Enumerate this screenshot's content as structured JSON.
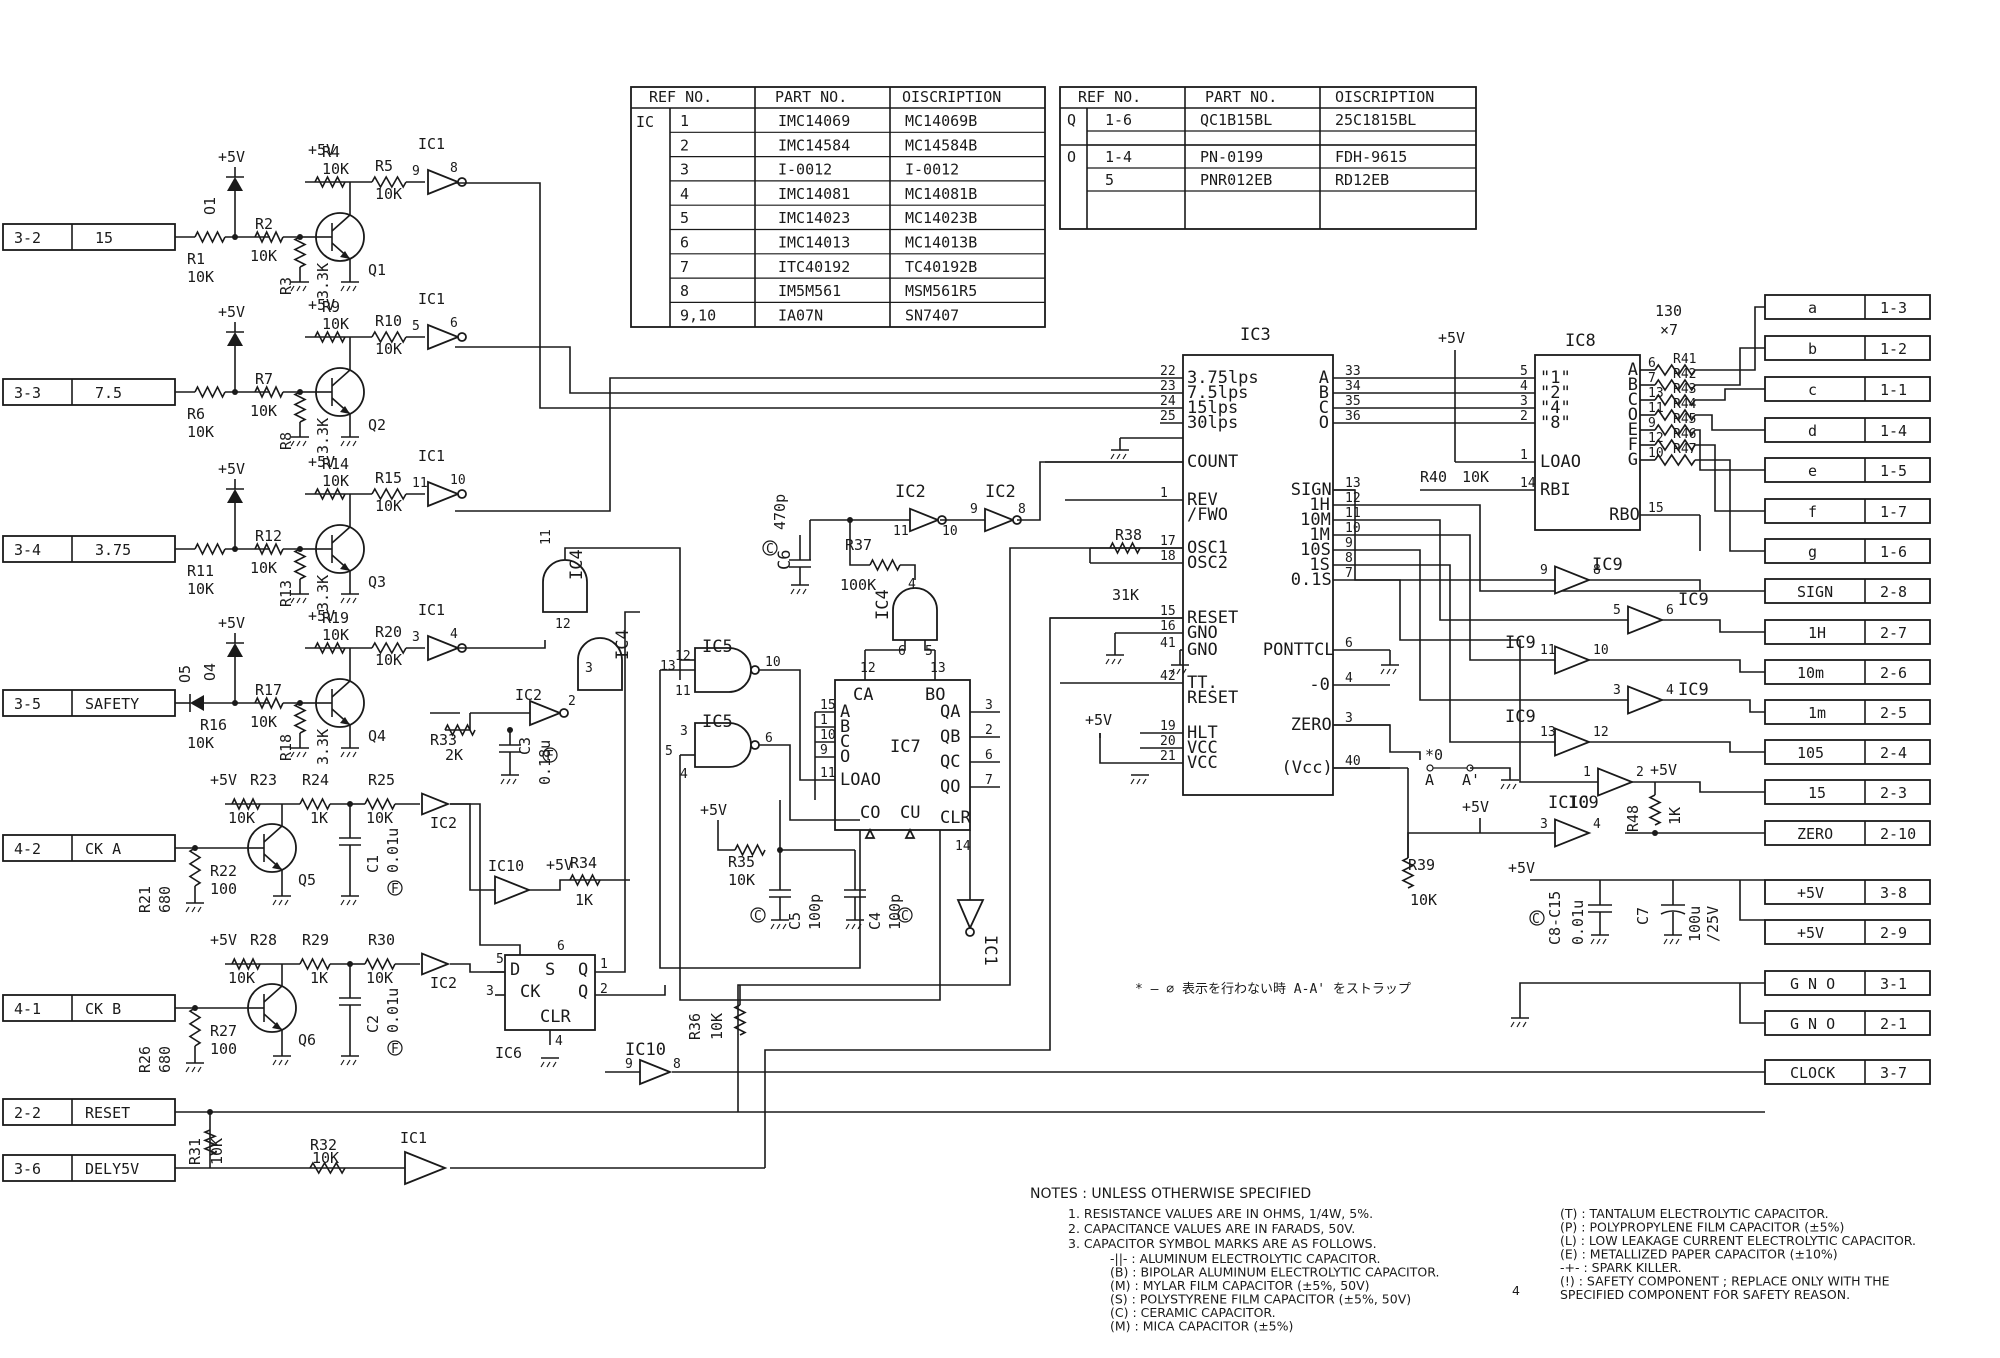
{
  "tables": {
    "ic": {
      "headers": [
        "REF NO.",
        "PART NO.",
        "OISCRIPTION"
      ],
      "group": "IC",
      "rows": [
        [
          "1",
          "IMC14069",
          "MC14069B"
        ],
        [
          "2",
          "IMC14584",
          "MC14584B"
        ],
        [
          "3",
          "I-0012",
          "I-0012"
        ],
        [
          "4",
          "IMC14081",
          "MC14081B"
        ],
        [
          "5",
          "IMC14023",
          "MC14023B"
        ],
        [
          "6",
          "IMC14013",
          "MC14013B"
        ],
        [
          "7",
          "ITC40192",
          "TC40192B"
        ],
        [
          "8",
          "IM5M561",
          "MSM561R5"
        ],
        [
          "9,10",
          "IA07N",
          "SN7407"
        ]
      ]
    },
    "q": {
      "headers": [
        "REF NO.",
        "PART NO.",
        "OISCRIPTION"
      ],
      "rows": [
        [
          "Q",
          "1-6",
          "QC1B15BL",
          "25C1815BL"
        ],
        [
          "",
          "",
          "",
          ""
        ],
        [
          "O",
          "1-4",
          "PN-0199",
          "FDH-9615"
        ],
        [
          "",
          "5",
          "PNR012EB",
          "RD12EB"
        ],
        [
          "",
          "",
          "",
          ""
        ]
      ]
    }
  },
  "left_connectors": [
    {
      "pin": "3-2",
      "label": "15"
    },
    {
      "pin": "3-3",
      "label": "7.5"
    },
    {
      "pin": "3-4",
      "label": "3.75"
    },
    {
      "pin": "3-5",
      "label": "SAFETY"
    },
    {
      "pin": "4-2",
      "label": "CK A"
    },
    {
      "pin": "4-1",
      "label": "CK B"
    },
    {
      "pin": "2-2",
      "label": "RESET"
    },
    {
      "pin": "3-6",
      "label": "DELY5V"
    }
  ],
  "right_connectors": [
    {
      "label": "a",
      "pin": "1-3"
    },
    {
      "label": "b",
      "pin": "1-2"
    },
    {
      "label": "c",
      "pin": "1-1"
    },
    {
      "label": "d",
      "pin": "1-4"
    },
    {
      "label": "e",
      "pin": "1-5"
    },
    {
      "label": "f",
      "pin": "1-7"
    },
    {
      "label": "g",
      "pin": "1-6"
    },
    {
      "label": "SIGN",
      "pin": "2-8"
    },
    {
      "label": "1H",
      "pin": "2-7"
    },
    {
      "label": "10m",
      "pin": "2-6"
    },
    {
      "label": "1m",
      "pin": "2-5"
    },
    {
      "label": "105",
      "pin": "2-4"
    },
    {
      "label": "15",
      "pin": "2-3"
    },
    {
      "label": "ZERO",
      "pin": "2-10"
    },
    {
      "label": "+5V",
      "pin": "3-8"
    },
    {
      "label": "+5V",
      "pin": "2-9"
    },
    {
      "label": "G N O",
      "pin": "3-1"
    },
    {
      "label": "G N O",
      "pin": "2-1"
    },
    {
      "label": "CLOCK",
      "pin": "3-7"
    }
  ],
  "ic3": {
    "title": "IC3",
    "left_pins": [
      {
        "num": "22",
        "name": "3.75lps"
      },
      {
        "num": "23",
        "name": "7.5lps"
      },
      {
        "num": "24",
        "name": "15lps"
      },
      {
        "num": "25",
        "name": "30lps"
      },
      {
        "num": "",
        "name": "COUNT"
      },
      {
        "num": "1",
        "name": "REV"
      },
      {
        "num": "",
        "name": "/FWO"
      },
      {
        "num": "17",
        "name": "OSC1"
      },
      {
        "num": "18",
        "name": "OSC2"
      },
      {
        "num": "15",
        "name": "RESET"
      },
      {
        "num": "16",
        "name": "GNO"
      },
      {
        "num": "41",
        "name": "GNO"
      },
      {
        "num": "42",
        "name": "TT."
      },
      {
        "num": "",
        "name": "RESET"
      },
      {
        "num": "19",
        "name": "HLT"
      },
      {
        "num": "20",
        "name": "VCC"
      },
      {
        "num": "21",
        "name": "VCC"
      }
    ],
    "right_pins": [
      {
        "num": "33",
        "name": "A"
      },
      {
        "num": "34",
        "name": "B"
      },
      {
        "num": "35",
        "name": "C"
      },
      {
        "num": "36",
        "name": "O"
      },
      {
        "num": "13",
        "name": "SIGN"
      },
      {
        "num": "12",
        "name": "1H"
      },
      {
        "num": "11",
        "name": "10M"
      },
      {
        "num": "10",
        "name": "1M"
      },
      {
        "num": "9",
        "name": "10S"
      },
      {
        "num": "8",
        "name": "1S"
      },
      {
        "num": "7",
        "name": "0.1S"
      },
      {
        "num": "6",
        "name": "PONTTCL"
      },
      {
        "num": "4",
        "name": "-0"
      },
      {
        "num": "3",
        "name": "ZERO"
      },
      {
        "num": "40",
        "name": "(Vcc)"
      }
    ]
  },
  "ic8": {
    "title": "IC8",
    "in_pins": [
      {
        "num": "5",
        "name": "\"1\""
      },
      {
        "num": "4",
        "name": "\"2\""
      },
      {
        "num": "3",
        "name": "\"4\""
      },
      {
        "num": "2",
        "name": "\"8\""
      },
      {
        "num": "1",
        "name": "LOAO"
      },
      {
        "num": "14",
        "name": "RBI"
      }
    ],
    "out_pins": [
      {
        "num": "6",
        "name": "A"
      },
      {
        "num": "7",
        "name": "B"
      },
      {
        "num": "13",
        "name": "C"
      },
      {
        "num": "11",
        "name": "O"
      },
      {
        "num": "9",
        "name": "E"
      },
      {
        "num": "12",
        "name": "F"
      },
      {
        "num": "10",
        "name": "G"
      },
      {
        "num": "15",
        "name": "RBO"
      }
    ],
    "resistors": [
      "R41",
      "R42",
      "R43",
      "R44",
      "R45",
      "R46",
      "R47"
    ],
    "res_value": "130",
    "res_count": "×7"
  },
  "ic7": {
    "title": "IC7",
    "top": [
      "CA",
      "BO"
    ],
    "top_nums": [
      "12",
      "13"
    ],
    "inputs": [
      "A",
      "B",
      "C",
      "O",
      "LOAO"
    ],
    "input_nums": [
      "15",
      "1",
      "10",
      "9",
      "11"
    ],
    "outputs": [
      "QA",
      "QB",
      "QC",
      "QO"
    ],
    "output_nums": [
      "3",
      "2",
      "6",
      "7"
    ],
    "bottom": [
      "CO",
      "CU",
      "CLR"
    ],
    "bottom_num": "14"
  },
  "ic6": {
    "title": "IC6",
    "pins": [
      "D",
      "CK",
      "S",
      "CLR",
      "Q",
      "Q"
    ],
    "nums": [
      "5",
      "3",
      "6",
      "4",
      "1",
      "2"
    ]
  },
  "components": {
    "p5v": "+5V",
    "r1": "R1",
    "r1v": "10K",
    "r2": "R2",
    "r2v": "10K",
    "r3": "R3",
    "r3v": "3.3K",
    "r4": "R4",
    "r4v": "10K",
    "r5": "R5",
    "r5v": "10K",
    "q1": "Q1",
    "o1": "O1",
    "r6": "R6",
    "r6v": "10K",
    "r7": "R7",
    "r7v": "10K",
    "r8": "R8",
    "r8v": "3.3K",
    "r9": "R9",
    "r9v": "10K",
    "r10": "R10",
    "r10v": "10K",
    "q2": "Q2",
    "r11": "R11",
    "r11v": "10K",
    "r12": "R12",
    "r12v": "10K",
    "r13": "R13",
    "r13v": "3.3K",
    "r14": "R14",
    "r14v": "10K",
    "r15": "R15",
    "r15v": "10K",
    "q3": "Q3",
    "r16": "R16",
    "r16v": "10K",
    "r17": "R17",
    "r17v": "10K",
    "r18": "R18",
    "r18v": "3.3K",
    "r19": "R19",
    "r19v": "10K",
    "r20": "R20",
    "r20v": "10K",
    "q4": "Q4",
    "o4": "O4",
    "o5": "O5",
    "r21": "R21",
    "r21v": "680",
    "r22": "R22",
    "r22v": "100",
    "r23": "R23",
    "r23v": "10K",
    "r24": "R24",
    "r24v": "1K",
    "r25": "R25",
    "r25v": "10K",
    "q5": "Q5",
    "r26": "R26",
    "r26v": "680",
    "r27": "R27",
    "r27v": "100",
    "r28": "R28",
    "r28v": "10K",
    "r29": "R29",
    "r29v": "1K",
    "r30": "R30",
    "r30v": "10K",
    "q6": "Q6",
    "r31": "R31",
    "r31v": "10K",
    "r32": "R32",
    "r32v": "10K",
    "r33": "R33",
    "r33v": "2K",
    "r34": "R34",
    "r34v": "1K",
    "r35": "R35",
    "r35v": "10K",
    "r36": "R36",
    "r36v": "10K",
    "r37": "R37",
    "r37v": "100K",
    "r38": "R38",
    "r38v": "31K",
    "r39": "R39",
    "r39v": "10K",
    "r40": "R40",
    "r40v": "10K",
    "r48": "R48",
    "r48v": "1K",
    "c1": "C1",
    "c1v": "0.01u",
    "c2": "C2",
    "c2v": "0.01u",
    "c3": "C3",
    "c3v": "0.18u",
    "c4": "C4",
    "c4v": "100p",
    "c5": "C5",
    "c5v": "100p",
    "c6": "C6",
    "c6v": "470p",
    "c7": "C7",
    "c7v": "100u",
    "c7v2": "/25V",
    "c815": "C8-C15",
    "c815v": "0.01u",
    "ic1": "IC1",
    "ic2": "IC2",
    "ic4": "IC4",
    "ic5": "IC5",
    "ic9": "IC9",
    "ic10": "IC10",
    "jumper_a": "A",
    "jumper_a2": "A'",
    "jumper_mark": "*0",
    "stamp_e": "E",
    "stamp_c": "C",
    "stamp_f": "F"
  },
  "jumper_note": "* — ∅ 表示を行わない時 A-A' をストラップ",
  "notes": {
    "title": "NOTES : UNLESS OTHERWISE SPECIFIED",
    "items": [
      "1. RESISTANCE VALUES ARE IN OHMS, 1/4W, 5%.",
      "2. CAPACITANCE VALUES ARE IN FARADS, 50V.",
      "3. CAPACITOR SYMBOL MARKS ARE AS FOLLOWS."
    ],
    "symbols_left": [
      "-||- : ALUMINUM ELECTROLYTIC CAPACITOR.",
      "(B) : BIPOLAR ALUMINUM ELECTROLYTIC CAPACITOR.",
      "(M) : MYLAR FILM CAPACITOR (±5%, 50V)",
      "(S) : POLYSTYRENE FILM CAPACITOR (±5%, 50V)",
      "(C) : CERAMIC CAPACITOR.",
      "(M) : MICA CAPACITOR (±5%)"
    ],
    "symbols_right": [
      "(T) : TANTALUM ELECTROLYTIC CAPACITOR.",
      "(P) : POLYPROPYLENE FILM CAPACITOR (±5%)",
      "(L) : LOW LEAKAGE CURRENT ELECTROLYTIC CAPACITOR.",
      "(E) : METALLIZED PAPER CAPACITOR (±10%)",
      "-+- : SPARK KILLER.",
      "(!) : SAFETY COMPONENT ; REPLACE ONLY WITH THE",
      "SPECIFIED COMPONENT FOR SAFETY REASON."
    ],
    "marker": "4"
  }
}
